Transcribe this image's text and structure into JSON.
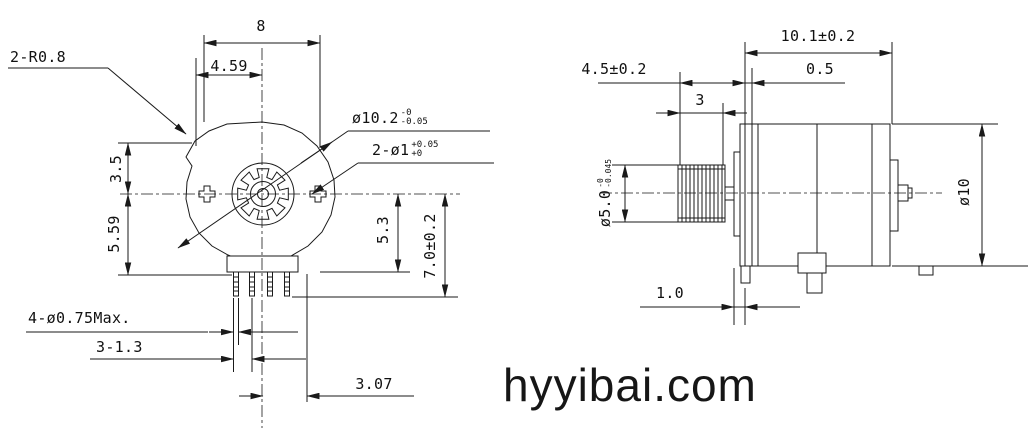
{
  "drawing": {
    "front_view": {
      "corner_radius_label": "2-R0.8",
      "width_label": "8",
      "hole_offset_label": "4.59",
      "body_diameter": {
        "value": "ø10.2",
        "upper_tol": "-0",
        "lower_tol": "-0.05"
      },
      "pilot_holes": {
        "value": "2-ø1",
        "upper_tol": "+0.05",
        "lower_tol": "+0"
      },
      "dim_3_5": "3.5",
      "dim_5_59": "5.59",
      "dim_5_3": "5.3",
      "dim_7_0": "7.0±0.2",
      "pin_diameter_label": "4-ø0.75Max.",
      "pin_pitch_label": "3-1.3",
      "dim_3_07": "3.07"
    },
    "side_view": {
      "body_length": "10.1±0.2",
      "flange_lip": "0.5",
      "shaft_length": "4.5±0.2",
      "gear_width": "3",
      "gear_diameter": {
        "value": "ø5.0",
        "upper_tol": "-0",
        "lower_tol": "-0.045"
      },
      "body_diameter": "ø10",
      "flange_thickness": "1.0"
    },
    "watermark": "hyyibai.com"
  }
}
